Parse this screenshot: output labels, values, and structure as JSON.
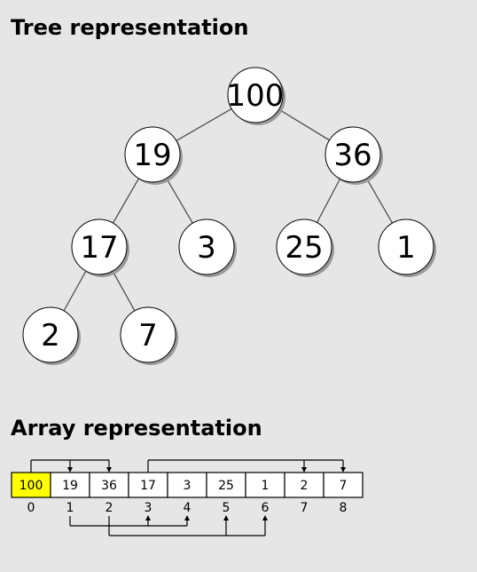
{
  "tree_section": {
    "title": "Tree representation",
    "nodes": [
      "100",
      "19",
      "36",
      "17",
      "3",
      "25",
      "1",
      "2",
      "7"
    ],
    "edges": [
      [
        0,
        1
      ],
      [
        0,
        2
      ],
      [
        1,
        3
      ],
      [
        1,
        4
      ],
      [
        2,
        5
      ],
      [
        2,
        6
      ],
      [
        3,
        7
      ],
      [
        3,
        8
      ]
    ]
  },
  "array_section": {
    "title": "Array representation",
    "cells": [
      "100",
      "19",
      "36",
      "17",
      "3",
      "25",
      "1",
      "2",
      "7"
    ],
    "indices": [
      "0",
      "1",
      "2",
      "3",
      "4",
      "5",
      "6",
      "7",
      "8"
    ],
    "highlight_index": 0,
    "top_links": [
      {
        "parent": 0,
        "children": [
          1,
          2
        ]
      },
      {
        "parent": 3,
        "children": [
          7,
          8
        ]
      }
    ],
    "bottom_links": [
      {
        "parent": 1,
        "children": [
          3,
          4
        ]
      },
      {
        "parent": 2,
        "children": [
          5,
          6
        ]
      }
    ]
  },
  "colors": {
    "background": "#e6e6e6",
    "node_fill": "#ffffff",
    "highlight": "#ffff00",
    "stroke": "#000000",
    "edge": "#444444",
    "shadow": "#999999"
  }
}
